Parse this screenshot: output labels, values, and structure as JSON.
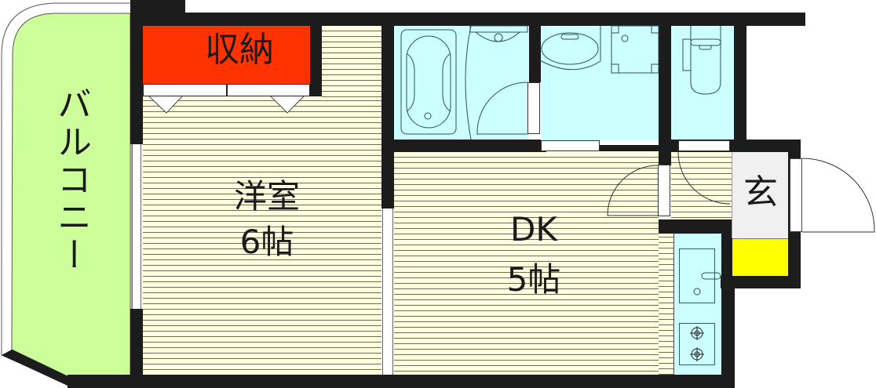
{
  "floorplan": {
    "rooms": {
      "balcony": {
        "label": "バルコニー",
        "color": "#ccff99"
      },
      "storage": {
        "label": "収納",
        "color": "#ff3300"
      },
      "western_room": {
        "label": "洋室",
        "size": "6帖",
        "color": "#ffffe0"
      },
      "dining_kitchen": {
        "label": "DK",
        "size": "5帖",
        "color": "#ffffe0"
      },
      "entrance": {
        "label": "玄",
        "color": "#f0f0f0"
      },
      "shoe_box": {
        "color": "#ffff00"
      },
      "bathroom": {
        "color": "#ccffff"
      },
      "washroom": {
        "color": "#ccffff"
      },
      "toilet": {
        "color": "#ccffff"
      },
      "kitchen_counter": {
        "color": "#ccffff"
      }
    },
    "fixtures": [
      "bathtub-icon",
      "washbasin-icon",
      "washing-machine-icon",
      "toilet-icon",
      "sink-icon",
      "stove-icon"
    ],
    "wall_color": "#1c1c1c"
  }
}
